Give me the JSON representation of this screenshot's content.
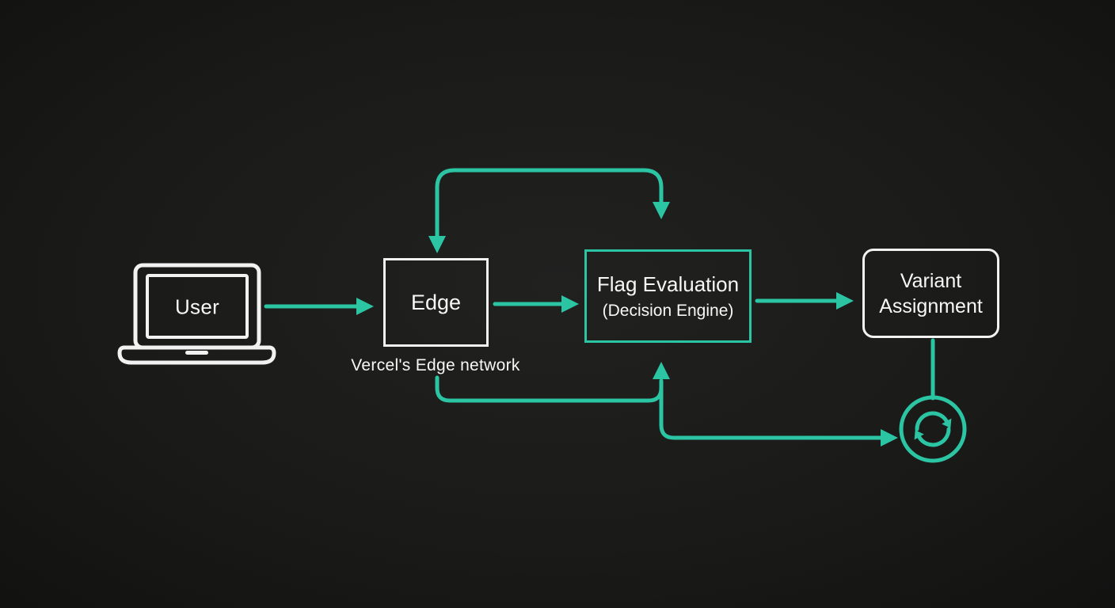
{
  "colors": {
    "accent": "#2bc5a4",
    "node_border": "#f2f2f2",
    "text": "#f7f7f7",
    "bg_center": "#212120",
    "bg_edge": "#121211"
  },
  "nodes": {
    "user": {
      "label": "User",
      "icon": "laptop-icon"
    },
    "edge": {
      "label": "Edge",
      "caption": "Vercel's Edge network"
    },
    "flag_evaluation": {
      "title": "Flag Evaluation",
      "subtitle": "(Decision Engine)"
    },
    "variant_assignment": {
      "label": "Variant Assignment"
    },
    "sync": {
      "icon": "sync-icon"
    }
  },
  "connections": [
    {
      "from": "user",
      "to": "edge",
      "type": "arrow-right"
    },
    {
      "from": "edge",
      "to": "flag_evaluation",
      "type": "arrow-right"
    },
    {
      "from": "flag_evaluation",
      "to": "variant_assignment",
      "type": "arrow-right"
    },
    {
      "from": "edge",
      "to": "flag_evaluation",
      "type": "loop-over-top"
    },
    {
      "from": "edge",
      "to": "flag_evaluation",
      "type": "loop-under-bottom"
    },
    {
      "from": "edge",
      "to": "sync",
      "type": "arrow-bottom-right"
    },
    {
      "from": "variant_assignment",
      "to": "sync",
      "type": "plain-line"
    }
  ]
}
